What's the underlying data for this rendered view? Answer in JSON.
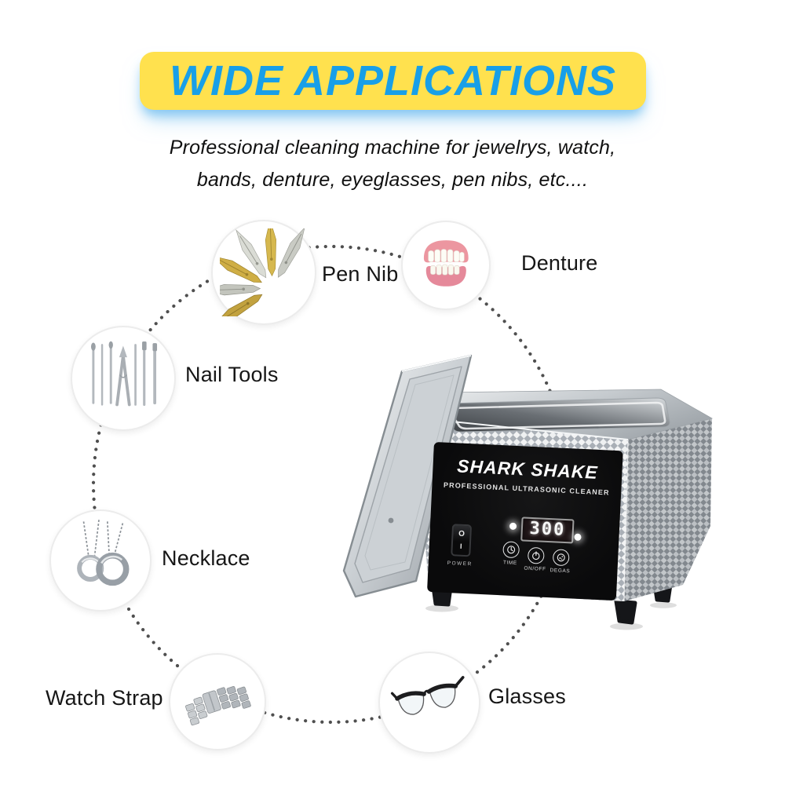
{
  "banner": {
    "title": "WIDE APPLICATIONS",
    "bg_color": "#FFE14E",
    "text_color": "#189FE8",
    "glow_color": "#7FC4F1"
  },
  "subtitle": {
    "line1": "Professional cleaning machine for jewelrys, watch,",
    "line2": "bands, denture, eyeglasses, pen nibs, etc...."
  },
  "applications": [
    {
      "label": "Pen Nib",
      "icon": "pen-nib-icon"
    },
    {
      "label": "Denture",
      "icon": "denture-icon"
    },
    {
      "label": "Nail Tools",
      "icon": "nail-tools-icon"
    },
    {
      "label": "Necklace",
      "icon": "necklace-icon"
    },
    {
      "label": "Watch Strap",
      "icon": "watch-strap-icon"
    },
    {
      "label": "Glasses",
      "icon": "glasses-icon"
    }
  ],
  "device": {
    "brand": "SHARK SHAKE",
    "tagline": "PROFESSIONAL ULTRASONIC CLEANER",
    "display": {
      "value": "300"
    },
    "power_switch": {
      "label": "POWER",
      "off_symbol": "O",
      "on_symbol": "I"
    },
    "buttons": [
      {
        "label": "TIME",
        "icon": "clock-icon"
      },
      {
        "label": "ON/OFF",
        "icon": "power-icon"
      },
      {
        "label": "DEGAS",
        "icon": "bubbles-icon"
      }
    ]
  }
}
